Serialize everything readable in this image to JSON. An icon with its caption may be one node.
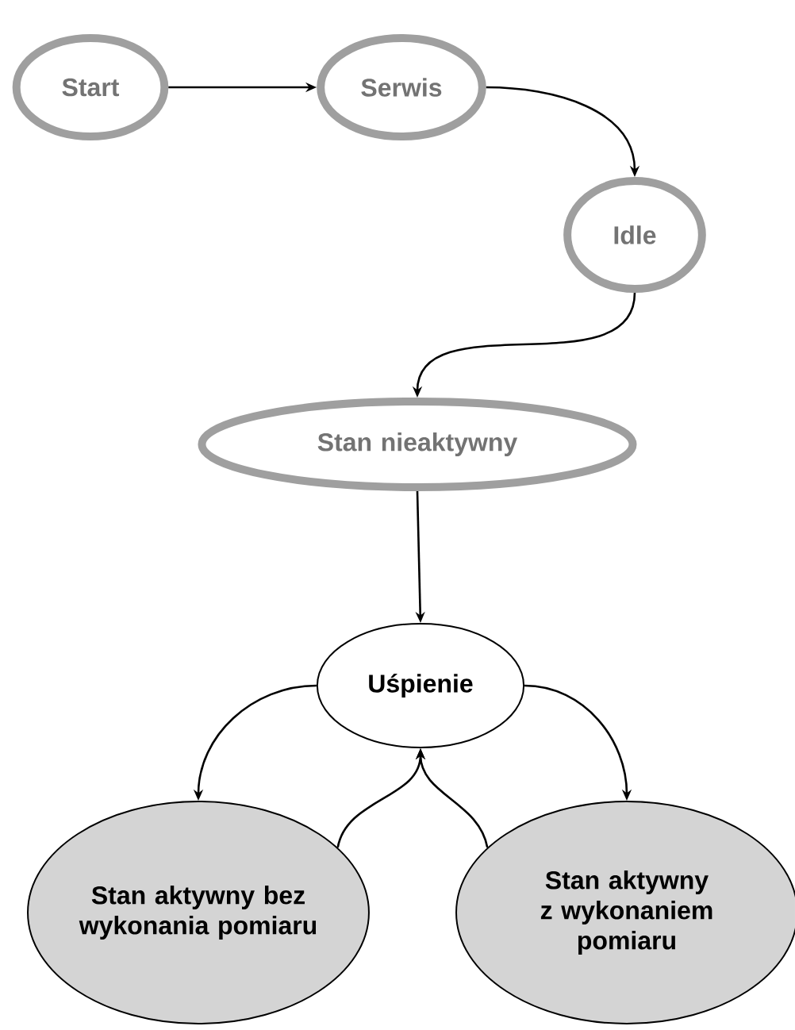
{
  "diagram": {
    "nodes": [
      {
        "text": [
          "Start"
        ]
      },
      {
        "text": [
          "Serwis"
        ]
      },
      {
        "text": [
          "Idle"
        ]
      },
      {
        "text": [
          "Stan nieaktywny"
        ]
      },
      {
        "text": [
          "Uśpienie"
        ]
      },
      {
        "text": [
          "Stan aktywny bez wykonania pomiaru"
        ]
      },
      {
        "text": [
          "Stan aktywny z wykonaniem pomiaru"
        ]
      }
    ],
    "edges": [
      {
        "from": 0,
        "to": 1,
        "arrow": "to"
      },
      {
        "from": 1,
        "to": 2,
        "arrow": "to"
      },
      {
        "from": 2,
        "to": 3,
        "arrow": "to"
      },
      {
        "from": 3,
        "to": 4,
        "arrow": "to"
      },
      {
        "from": 4,
        "to": 5,
        "arrow": "to"
      },
      {
        "from": 4,
        "to": 6,
        "arrow": "to"
      },
      {
        "from": 5,
        "to": 4,
        "arrow": "to"
      },
      {
        "from": 6,
        "to": 4,
        "arrow": "to"
      }
    ]
  }
}
